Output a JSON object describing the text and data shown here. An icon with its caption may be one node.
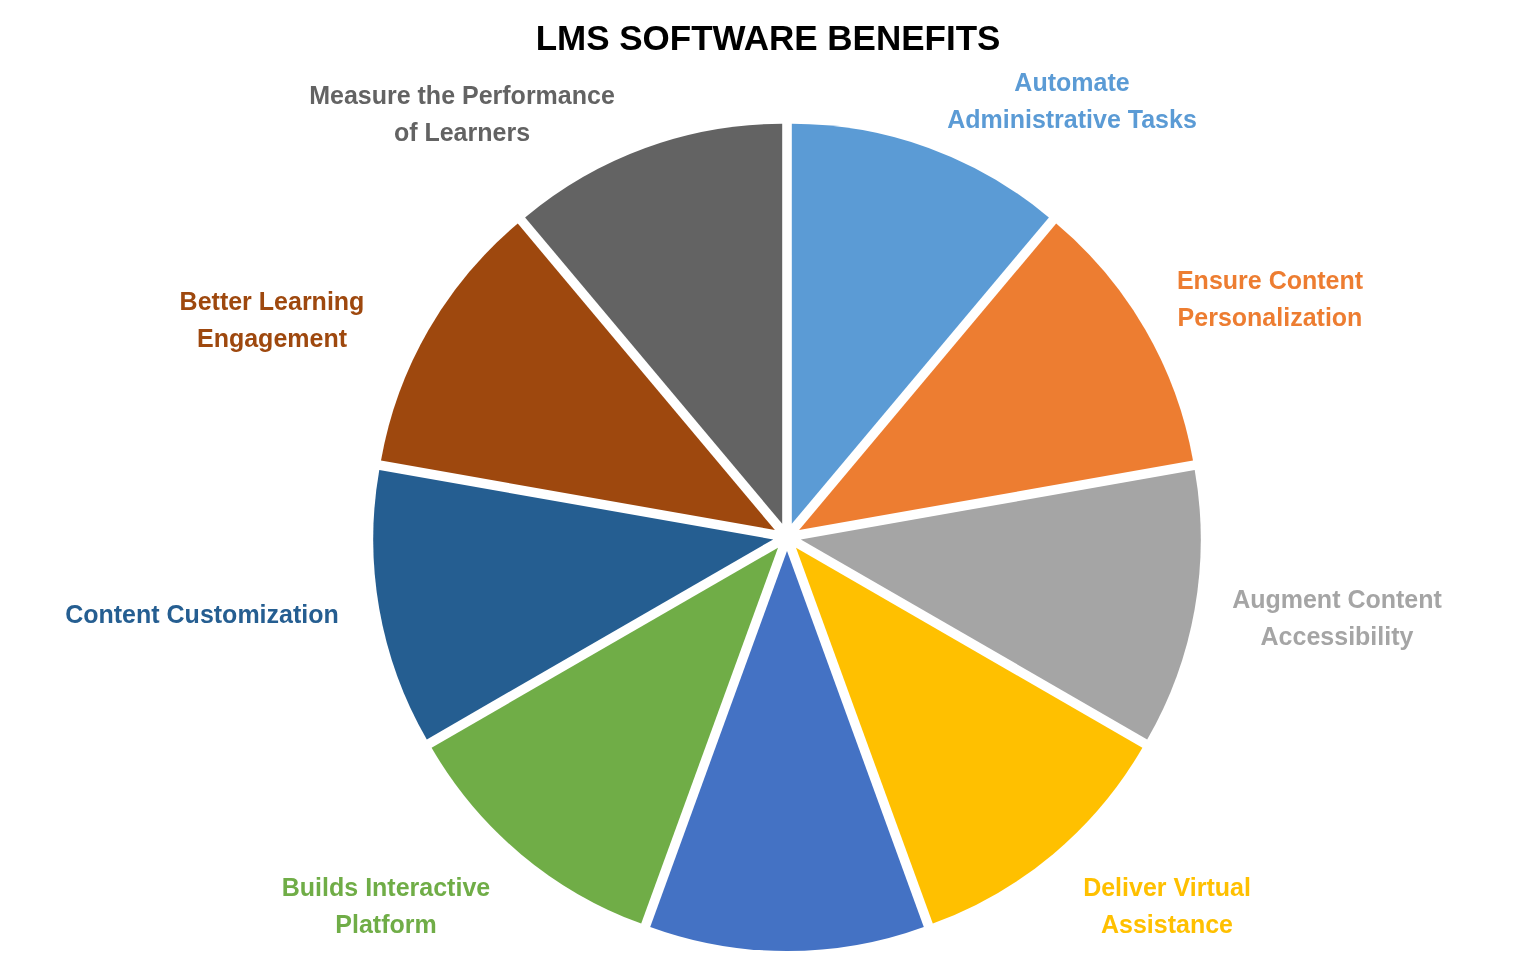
{
  "diagram": {
    "title": "LMS SOFTWARE BENEFITS",
    "nodes": [
      {
        "text": [
          "Automate Administrative Tasks"
        ]
      },
      {
        "text": [
          "Ensure Content Personalization"
        ]
      },
      {
        "text": [
          "Augment Content Accessibility"
        ]
      },
      {
        "text": [
          "Deliver Virtual Assistance"
        ]
      },
      {
        "text": [],
        "shape": "wedge"
      },
      {
        "text": [
          "Builds Interactive Platform"
        ]
      },
      {
        "text": [
          "Content Customization"
        ]
      },
      {
        "text": [
          "Better Learning Engagement"
        ]
      },
      {
        "text": [
          "Measure the Performance of Learners"
        ]
      }
    ],
    "edges": []
  }
}
